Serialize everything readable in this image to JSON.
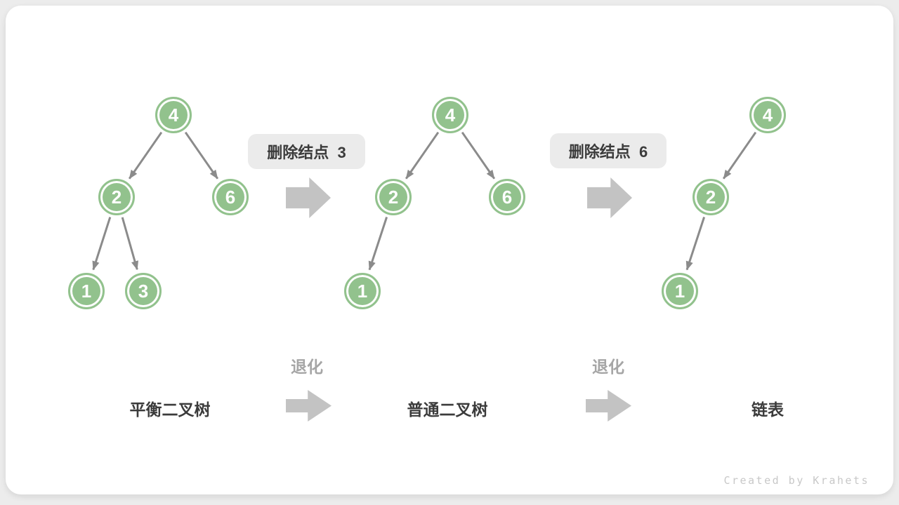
{
  "watermark": "Created by Krahets",
  "colors": {
    "node_green": "#92c28d",
    "edge_gray": "#8b8b8b",
    "block_arrow_gray": "#c3c3c3",
    "label_box_bg": "#ebebeb",
    "dark_text": "#3b3b3b",
    "muted_text": "#a6a6a6",
    "card_bg": "#ffffff",
    "page_bg": "#ececec"
  },
  "steps": [
    {
      "label": "删除结点  3"
    },
    {
      "label": "删除结点  6"
    }
  ],
  "transitions": [
    {
      "label": "退化"
    },
    {
      "label": "退化"
    }
  ],
  "trees": [
    {
      "label": "平衡二叉树",
      "nodes": [
        {
          "value": "4"
        },
        {
          "value": "2"
        },
        {
          "value": "6"
        },
        {
          "value": "1"
        },
        {
          "value": "3"
        }
      ],
      "edges": [
        [
          0,
          1
        ],
        [
          0,
          2
        ],
        [
          1,
          3
        ],
        [
          1,
          4
        ]
      ]
    },
    {
      "label": "普通二叉树",
      "nodes": [
        {
          "value": "4"
        },
        {
          "value": "2"
        },
        {
          "value": "6"
        },
        {
          "value": "1"
        }
      ],
      "edges": [
        [
          0,
          1
        ],
        [
          0,
          2
        ],
        [
          1,
          3
        ]
      ]
    },
    {
      "label": "链表",
      "nodes": [
        {
          "value": "4"
        },
        {
          "value": "2"
        },
        {
          "value": "1"
        }
      ],
      "edges": [
        [
          0,
          1
        ],
        [
          1,
          2
        ]
      ]
    }
  ]
}
